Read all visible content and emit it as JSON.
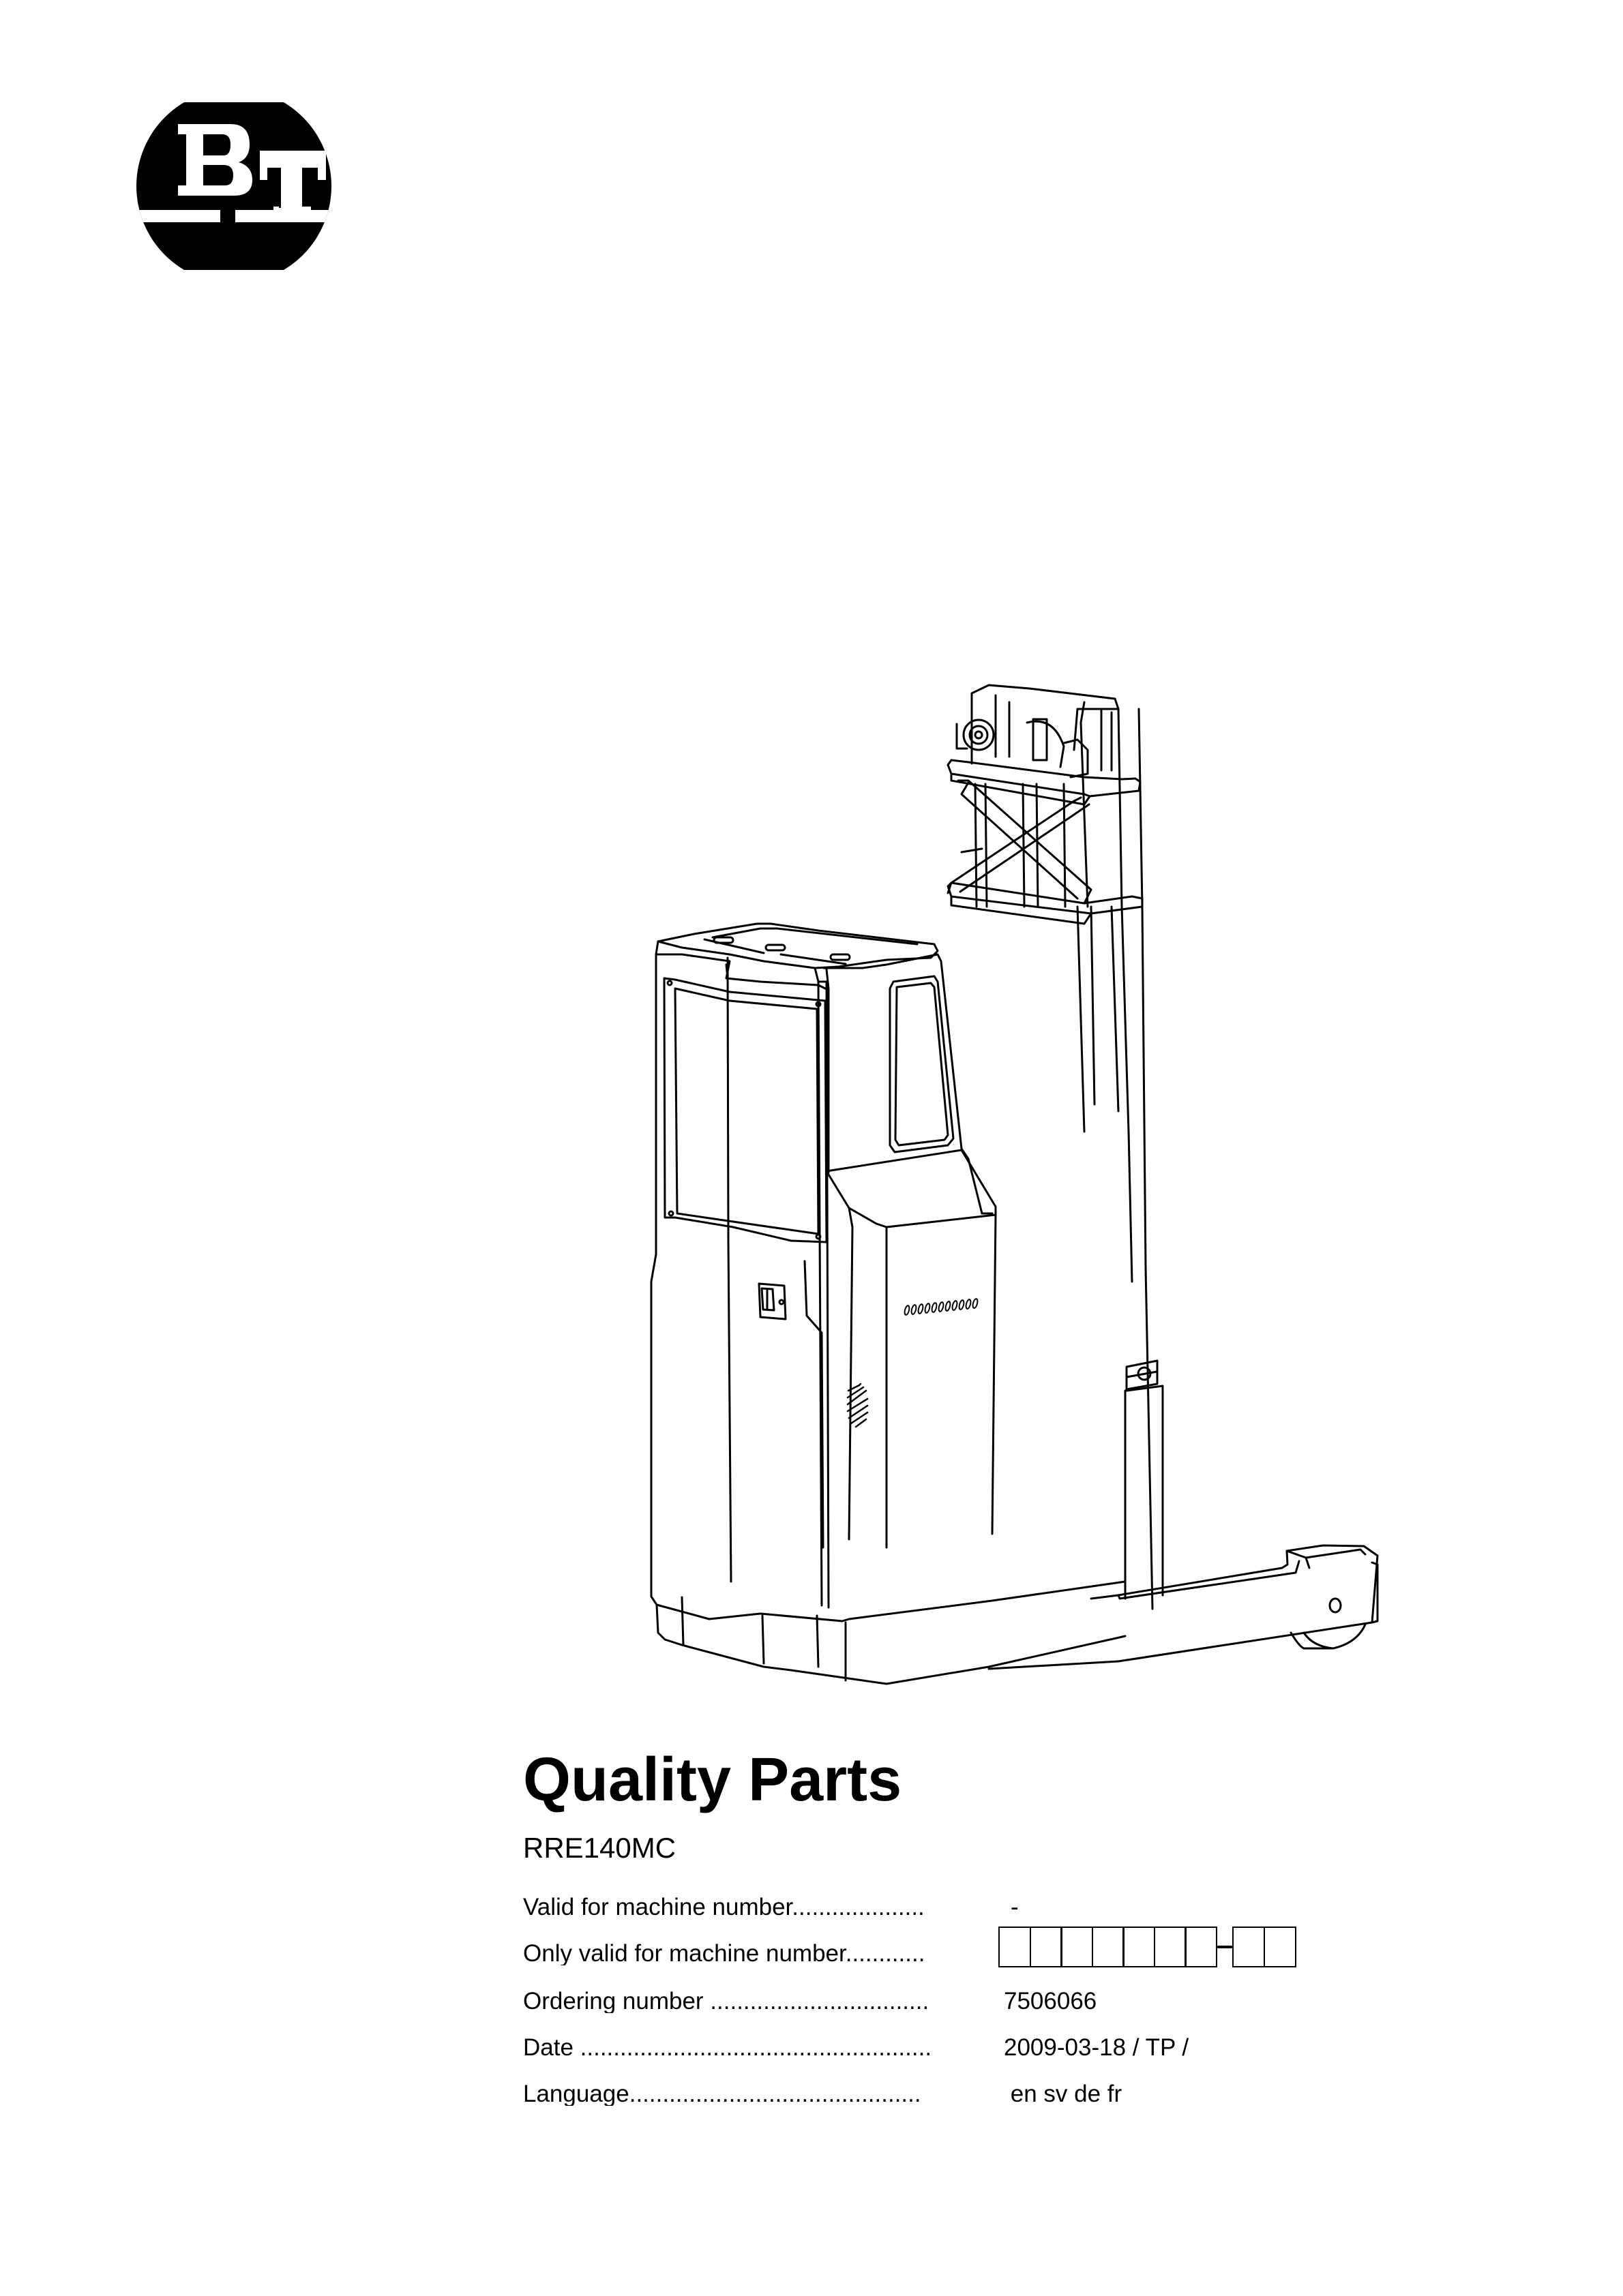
{
  "logo": {
    "text": "BT",
    "icon": "bt-logo-icon"
  },
  "illustration": {
    "subject": "reach-truck-line-drawing"
  },
  "document": {
    "title": "Quality Parts",
    "model": "RRE140MC",
    "fields": [
      {
        "label": "Valid for machine number",
        "dots": "....................",
        "value": "-"
      },
      {
        "label": "Only valid for machine number",
        "dots": "............",
        "value": ""
      },
      {
        "label": "Ordering number",
        "dots": " .................................",
        "value": "7506066"
      },
      {
        "label": "Date",
        "dots": " .....................................................",
        "value": "2009-03-18 / TP /"
      },
      {
        "label": "Language",
        "dots": "............................................",
        "value": " en sv de fr"
      }
    ],
    "machine_number_boxes": {
      "first_group_count": 7,
      "separator": "-",
      "second_group_count": 2
    }
  }
}
